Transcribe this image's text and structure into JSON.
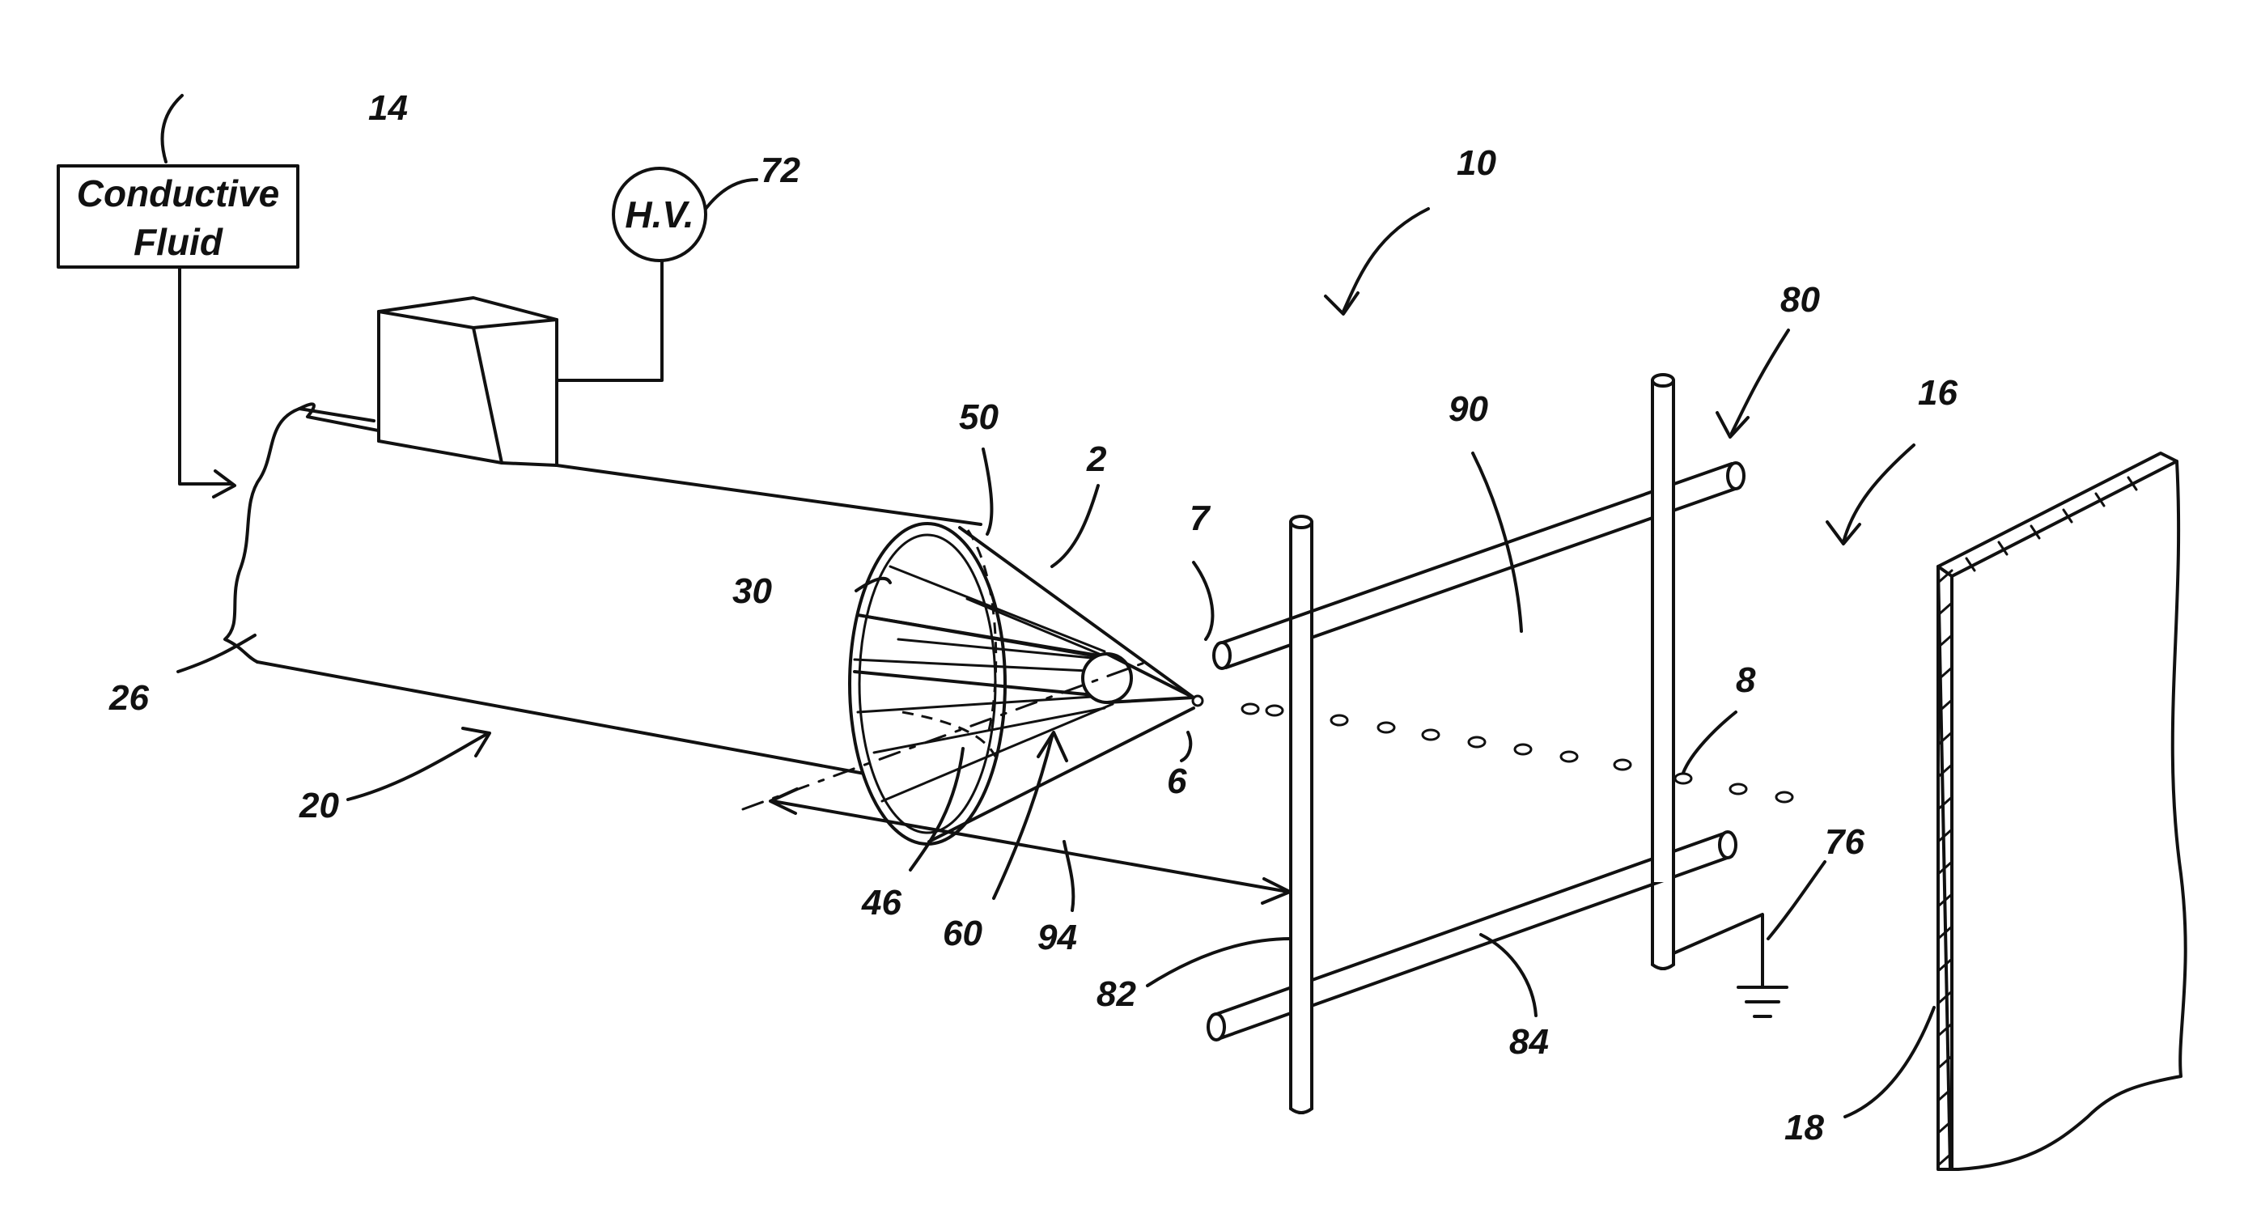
{
  "supply_box": {
    "line1": "Conductive",
    "line2": "Fluid"
  },
  "hv_source": {
    "label": "H.V."
  },
  "reference_numerals": {
    "system": "10",
    "supply": "14",
    "target": "16",
    "target_plate": "18",
    "body": "20",
    "body_end": "26",
    "cone_base": "30",
    "inner_line": "46",
    "cone_edge": "50",
    "nozzle": "60",
    "hv": "72",
    "ground": "76",
    "electrode": "80",
    "electrode_bar": "82",
    "electrode_rod": "84",
    "gap": "90",
    "distance": "94",
    "cone": "2",
    "tip": "6",
    "first_droplet": "7",
    "droplet_stream": "8"
  }
}
